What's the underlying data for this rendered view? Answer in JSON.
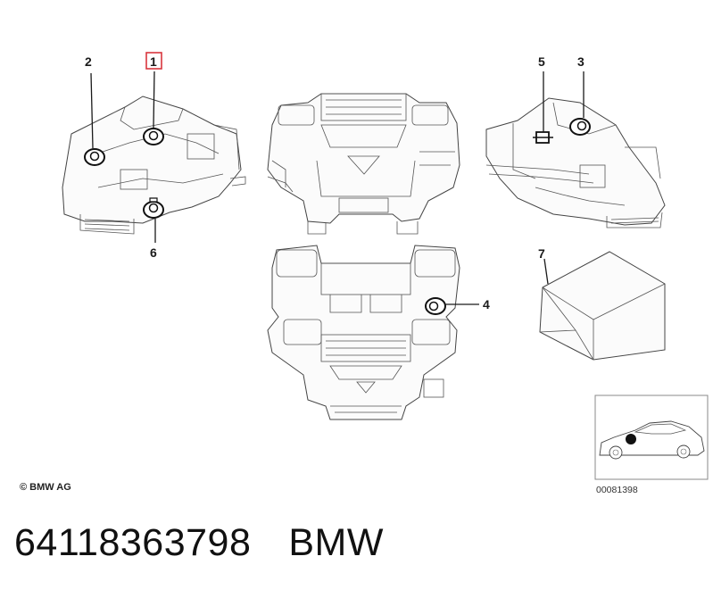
{
  "callouts": [
    {
      "id": "2",
      "label": "2"
    },
    {
      "id": "1",
      "label": "1",
      "highlighted": true
    },
    {
      "id": "6",
      "label": "6"
    },
    {
      "id": "5",
      "label": "5"
    },
    {
      "id": "3",
      "label": "3"
    },
    {
      "id": "4",
      "label": "4"
    },
    {
      "id": "7",
      "label": "7"
    }
  ],
  "highlight_color": "#d9363e",
  "copyright": "© BMW AG",
  "diagram_reference": "00081398",
  "part_number": "64118363798",
  "brand": "BMW"
}
